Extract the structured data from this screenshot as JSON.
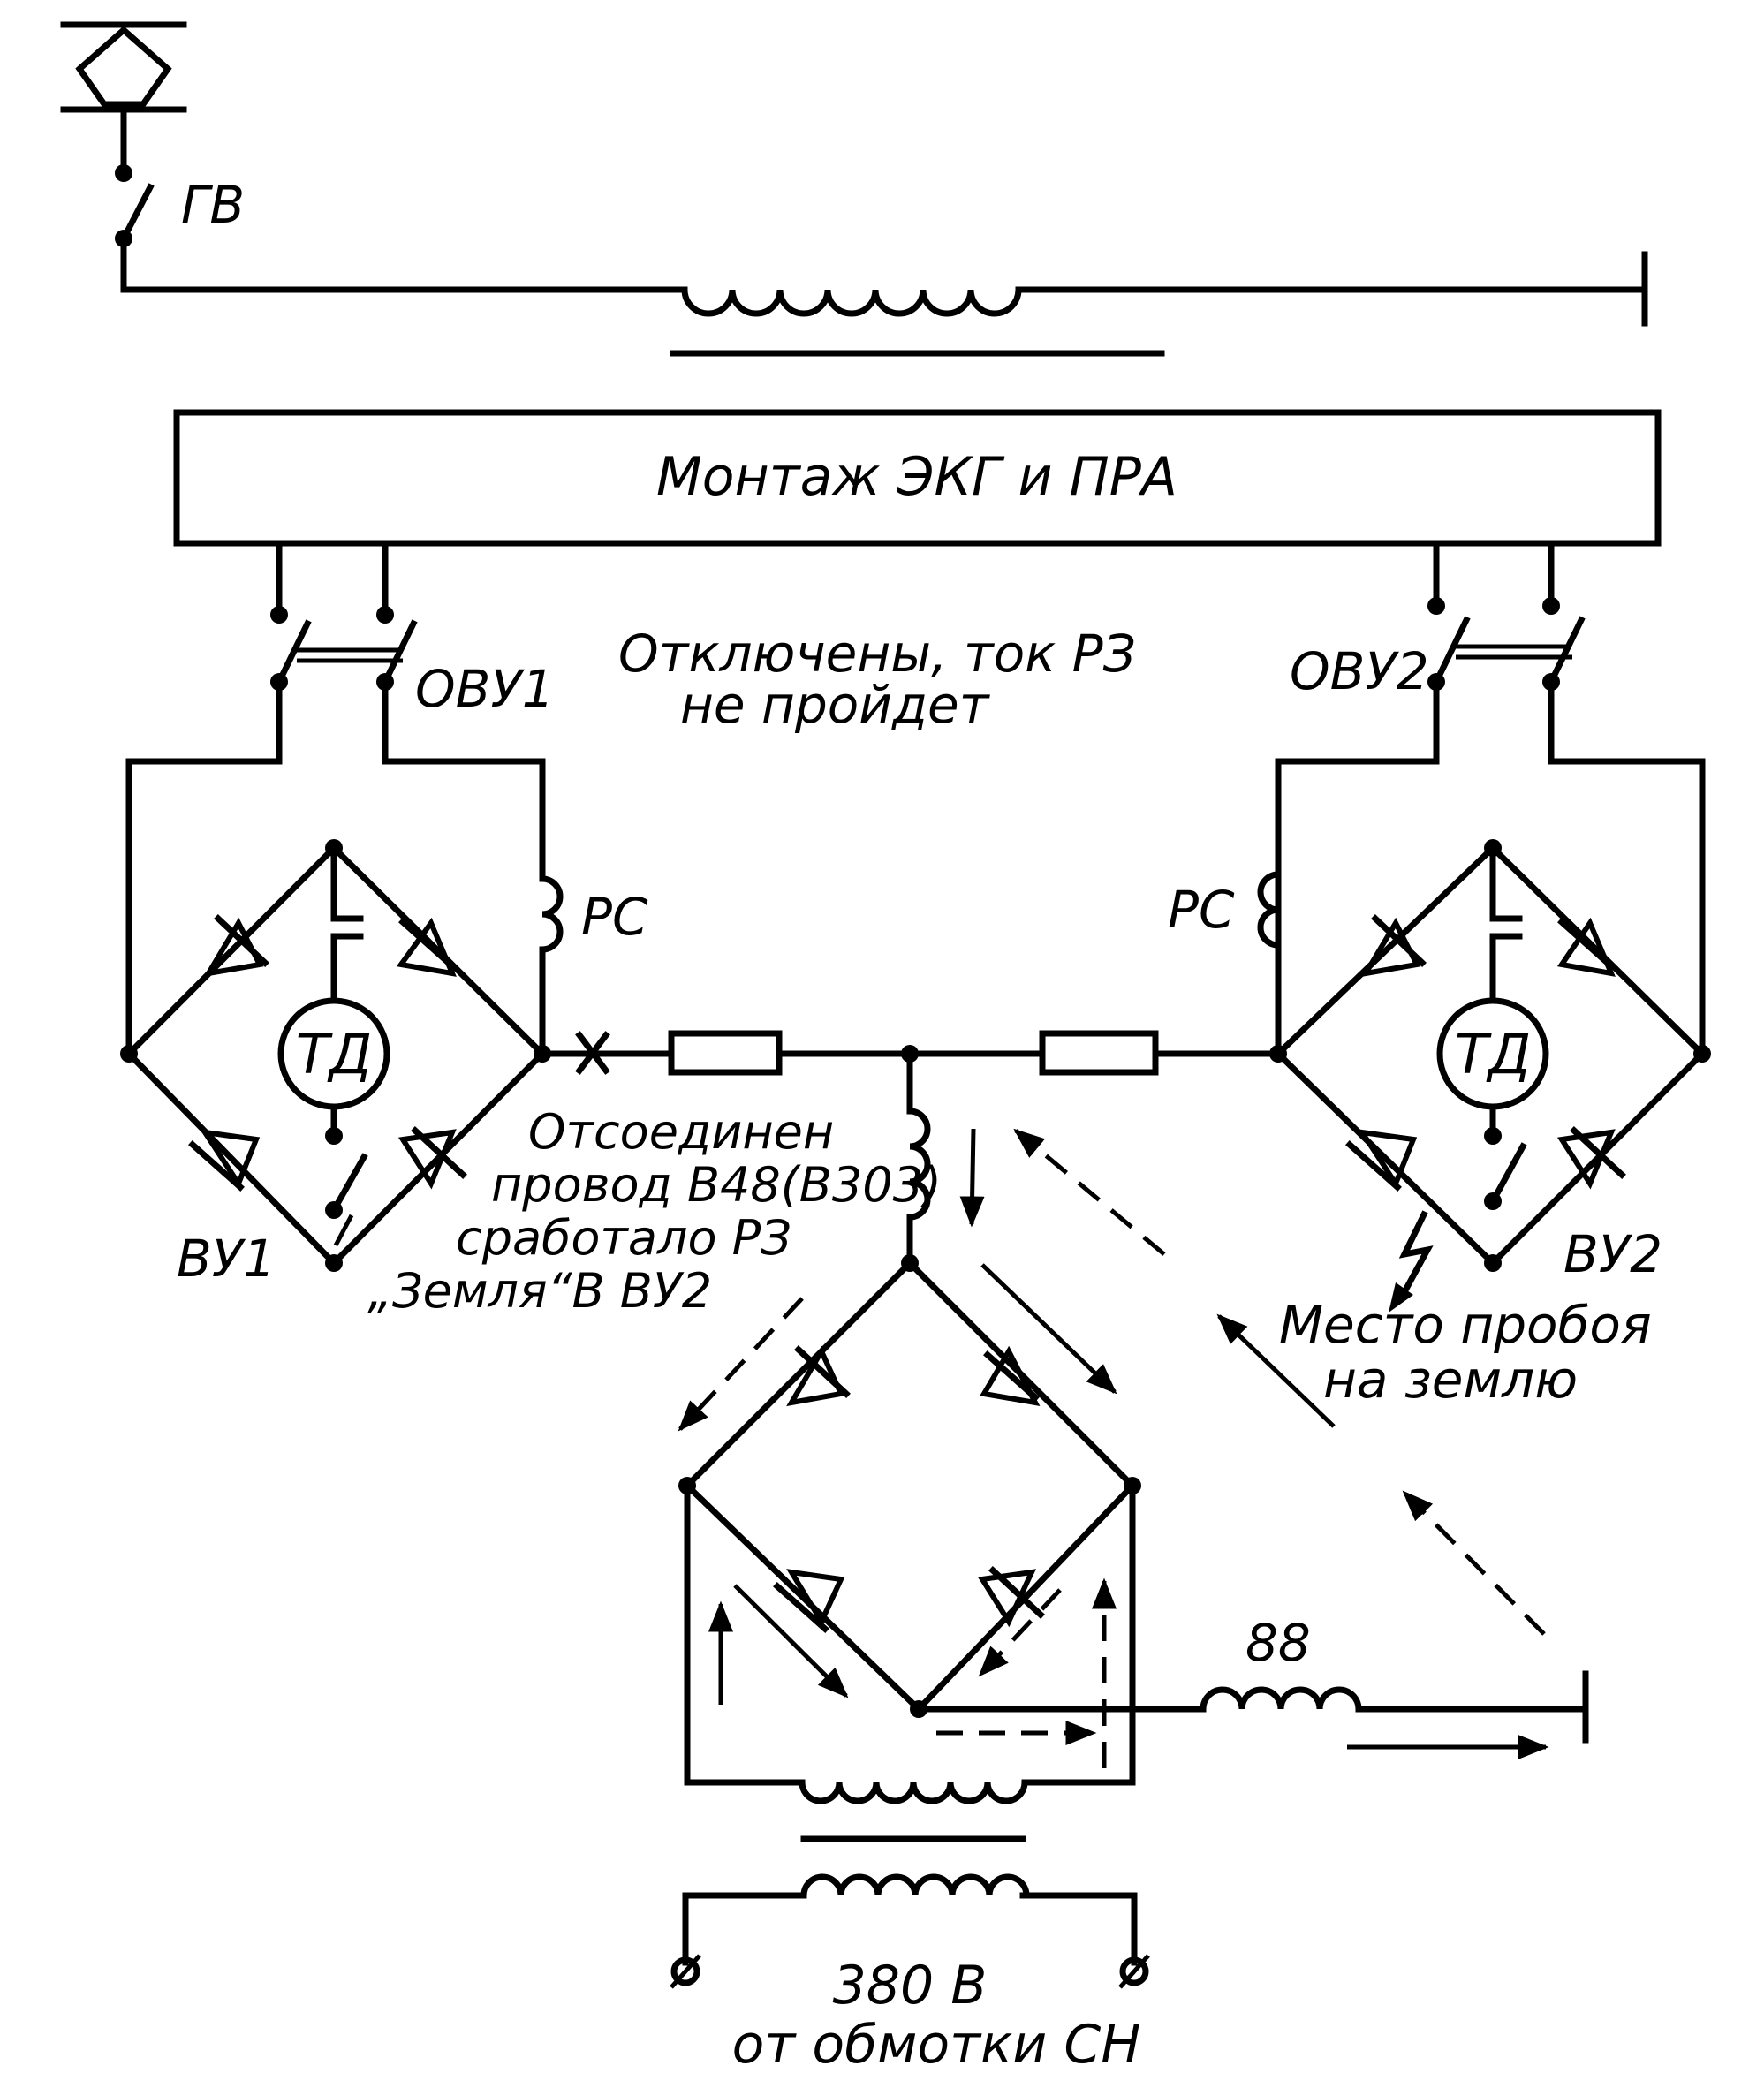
{
  "labels": {
    "gv": "ГВ",
    "mount_box": "Монтаж ЭКГ и ПРА",
    "ovu1": "ОВУ1",
    "ovu2": "ОВУ2",
    "note_off_1": "Отключены, ток РЗ",
    "note_off_2": "не пройдет",
    "rs_left": "РС",
    "rs_right": "РС",
    "td_left": "ТД",
    "td_right": "ТД",
    "vu1": "ВУ1",
    "vu2": "ВУ2",
    "note_disc_1": "Отсоединен",
    "note_disc_2": "провод В48(В303)",
    "note_disc_3": "сработало РЗ",
    "note_disc_4": "„Земля“В ВУ2",
    "fault_1": "Место пробоя",
    "fault_2": "на землю",
    "r88": "88",
    "v380": "380 В",
    "winding": "от обмотки СН"
  }
}
